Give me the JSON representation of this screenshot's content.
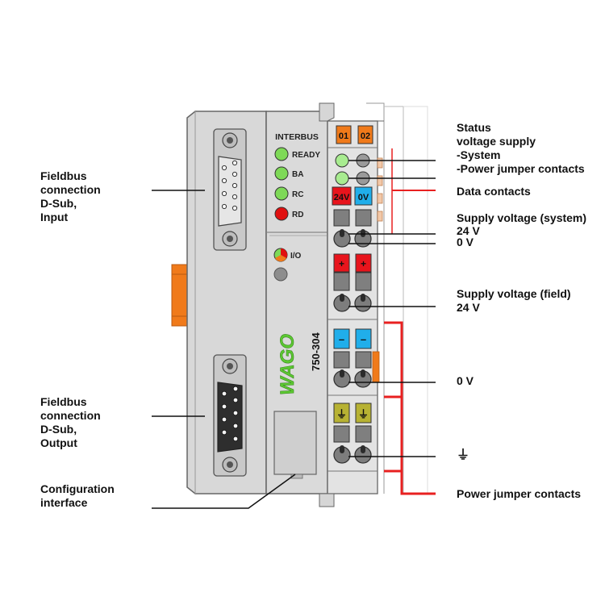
{
  "device": {
    "bus_name": "INTERBUS",
    "led_labels": [
      "READY",
      "BA",
      "RC",
      "RD"
    ],
    "io_label": "I/O",
    "model": "750-304",
    "brand": "WAGO",
    "terminal_numbers": [
      "01",
      "02"
    ],
    "supply_24v": "24V",
    "supply_0v": "0V",
    "plus_sign": "+",
    "minus_sign": "–",
    "ground_sign": "⏚",
    "colors": {
      "housing": "#d8d8d8",
      "orange": "#f07a1a",
      "led_green": "#7ed957",
      "led_red": "#e01010",
      "terminal_red": "#e8141c",
      "terminal_blue": "#20aeea",
      "terminal_olive": "#b7b233",
      "jumper_red": "#e82020"
    }
  },
  "labels": {
    "fieldbus_input": [
      "Fieldbus",
      "connection",
      "D-Sub,",
      "Input"
    ],
    "fieldbus_output": [
      "Fieldbus",
      "connection",
      "D-Sub,",
      "Output"
    ],
    "config_interface": [
      "Configuration",
      "interface"
    ],
    "status": [
      "Status",
      "voltage supply",
      "-System",
      "-Power jumper contacts"
    ],
    "data_contacts": "Data contacts",
    "supply_system": [
      "Supply voltage (system)",
      "24 V",
      "0 V"
    ],
    "supply_field": [
      "Supply voltage (field)",
      "24 V"
    ],
    "zero_v": "0 V",
    "ground_symbol": "⏚",
    "power_jumper": "Power jumper contacts"
  }
}
